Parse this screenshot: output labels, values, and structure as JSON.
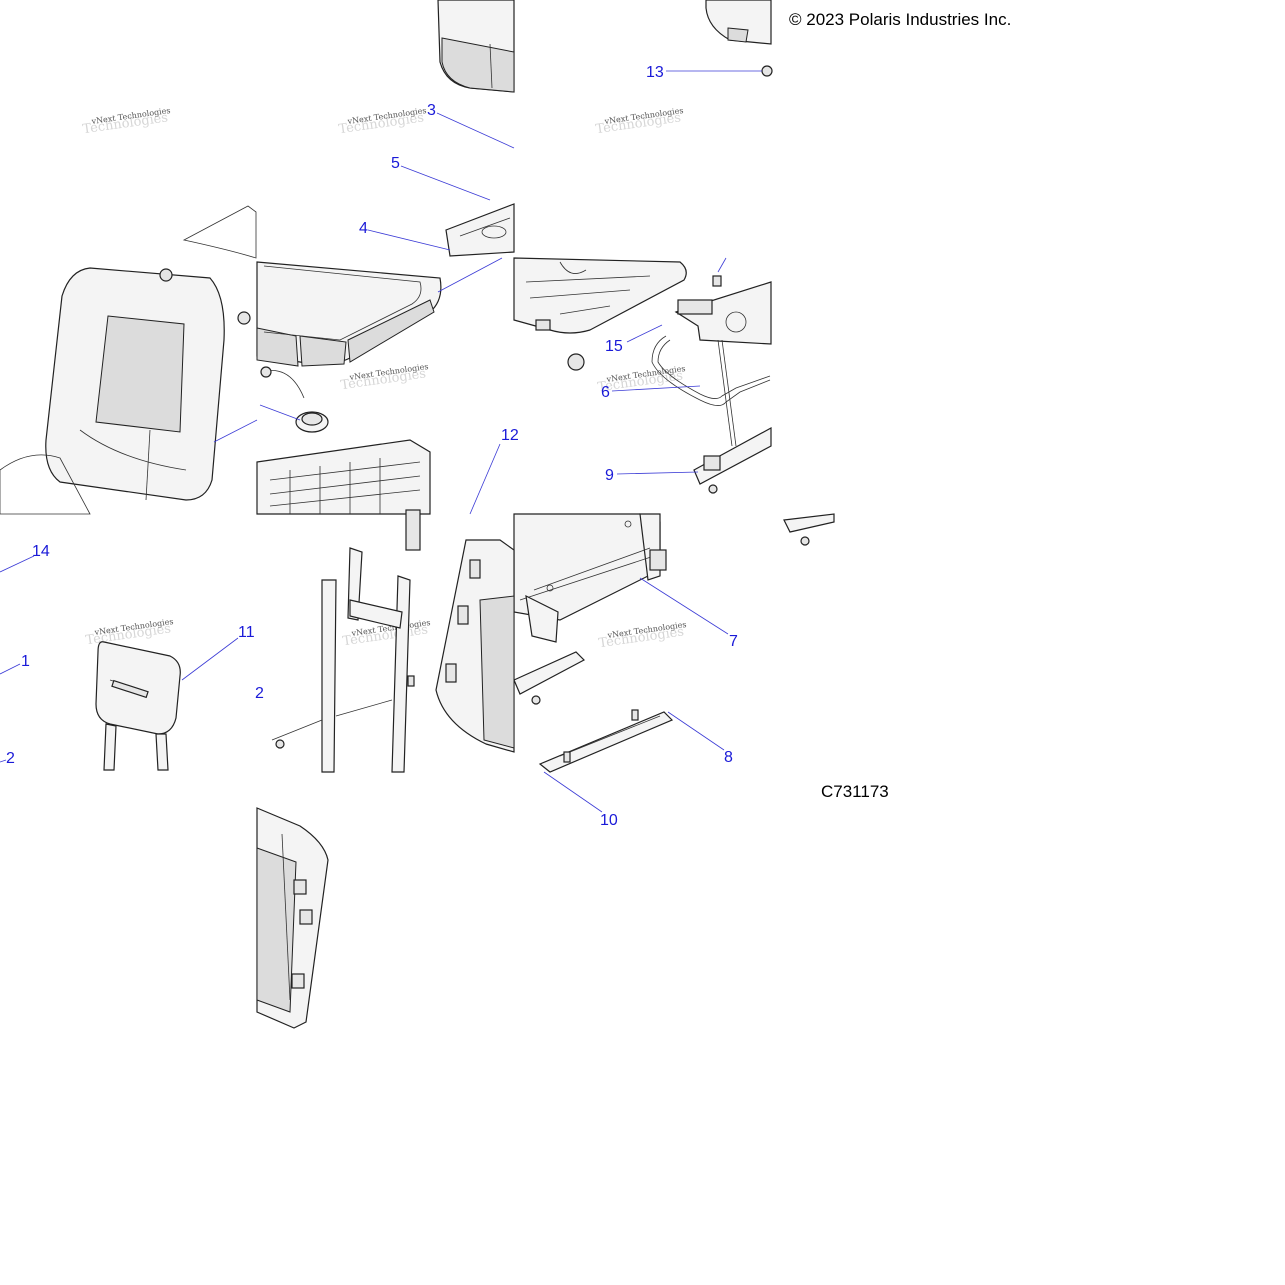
{
  "copyright": "© 2023 Polaris Industries Inc.",
  "drawing_id": "C731173",
  "watermark": {
    "text": "vNext Technologies"
  },
  "callouts": {
    "c1": "1",
    "c2": "2",
    "c2b": "2",
    "c3": "3",
    "c4": "4",
    "c5": "5",
    "c6": "6",
    "c7": "7",
    "c8": "8",
    "c9": "9",
    "c10": "10",
    "c11": "11",
    "c12": "12",
    "c13": "13",
    "c14": "14",
    "c15": "15"
  },
  "colors": {
    "callout": "#1a1ad8",
    "leader": "#3b3bd6",
    "line_art": "#222222"
  }
}
